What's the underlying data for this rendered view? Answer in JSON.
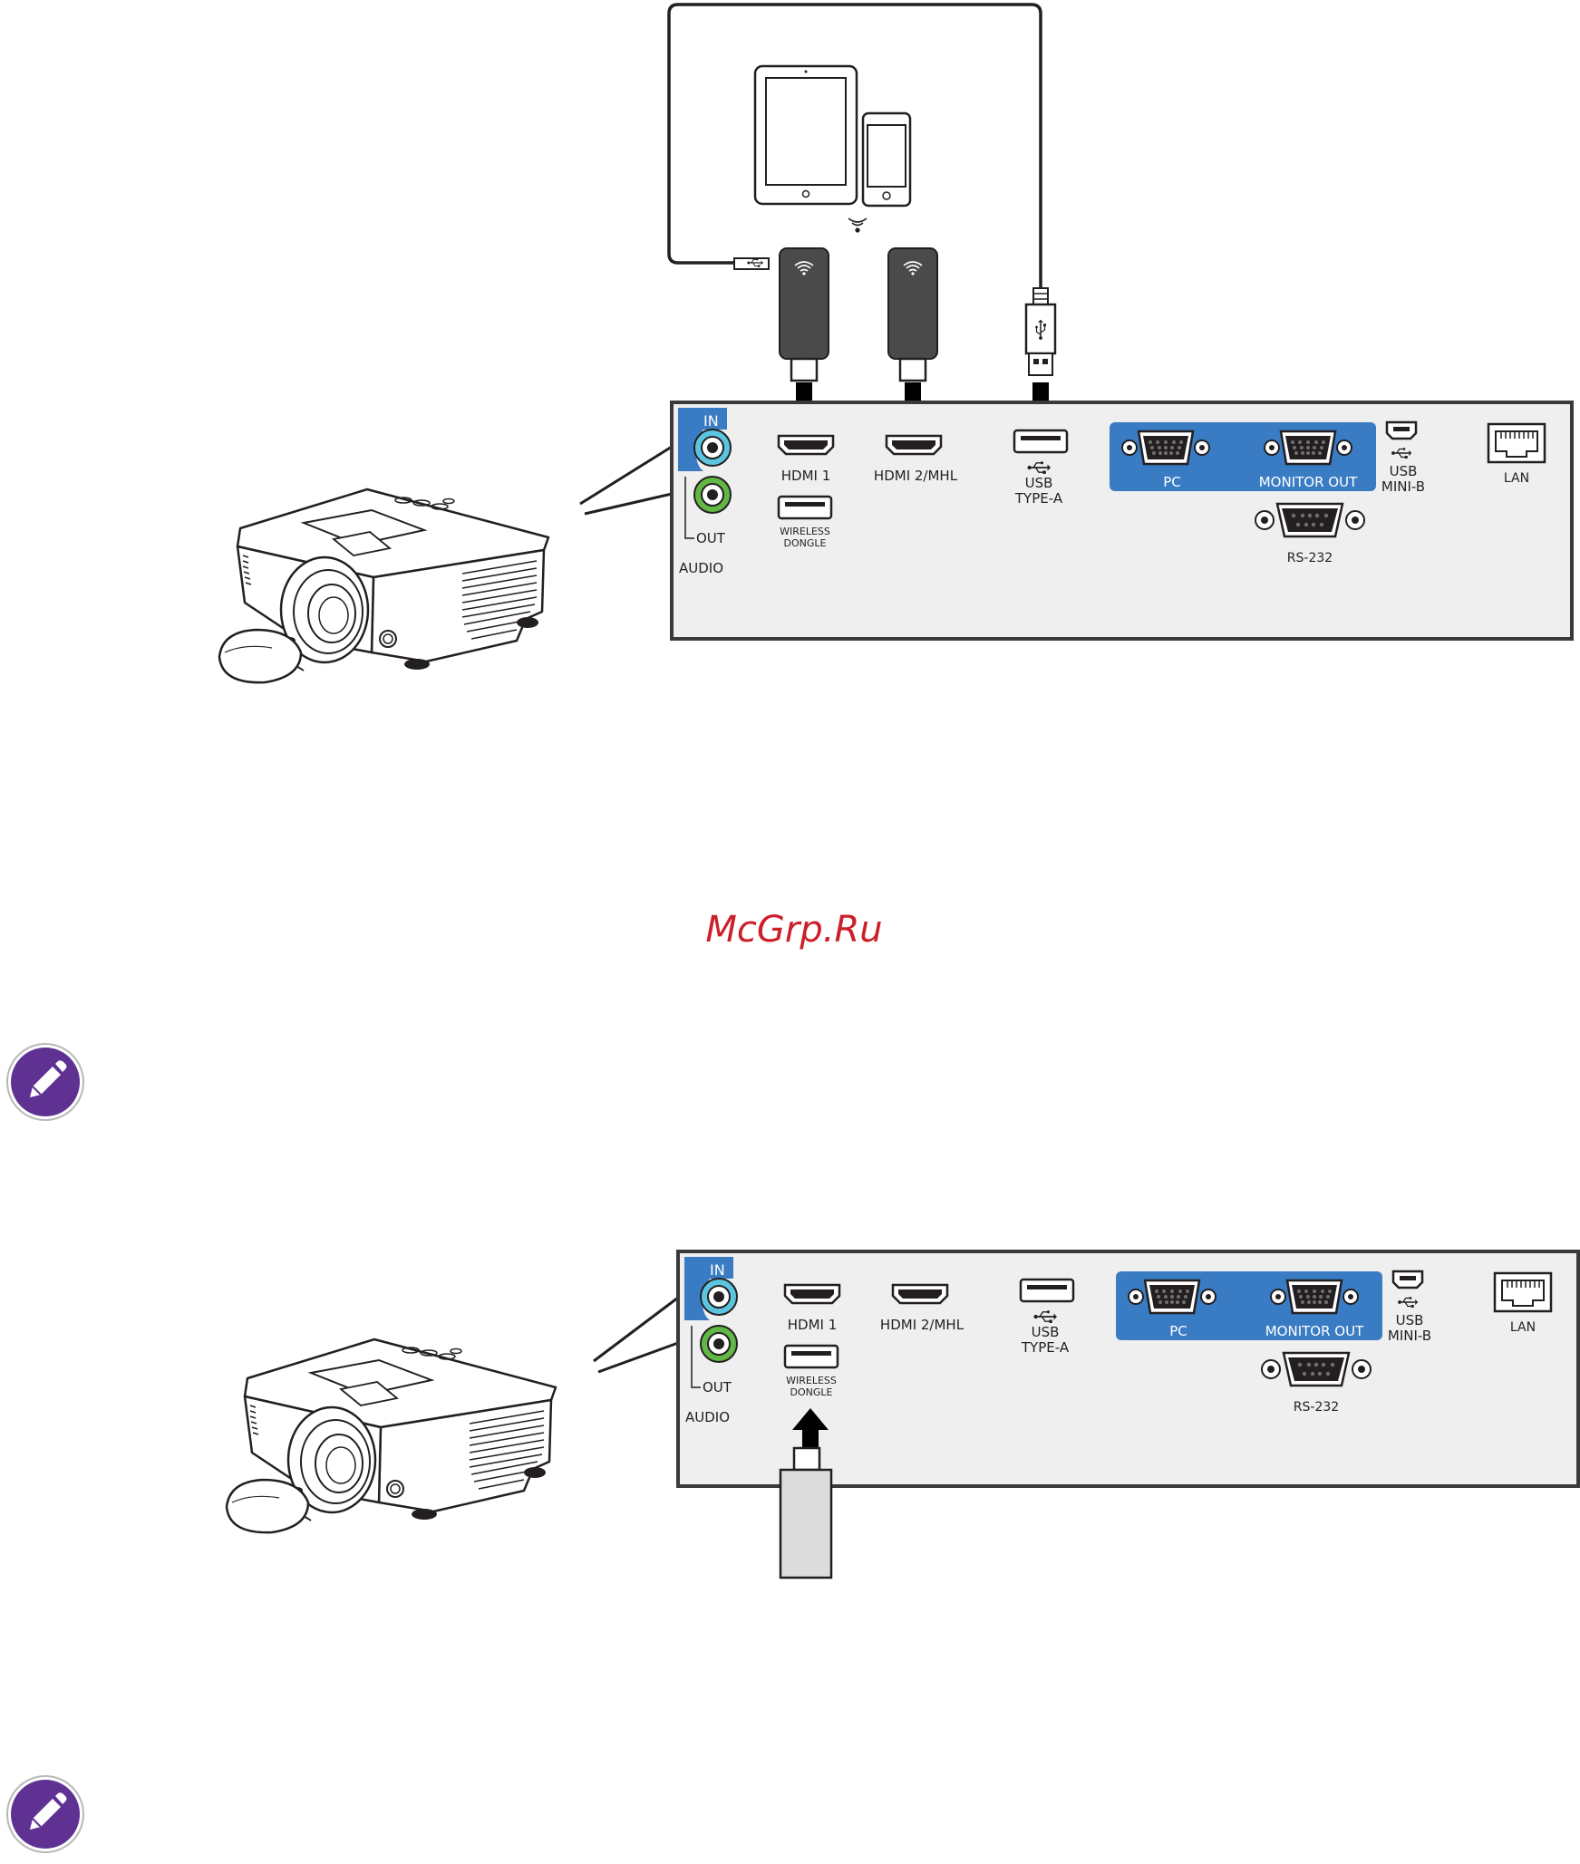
{
  "watermark": "McGrp.Ru",
  "colors": {
    "panel_border": "#3a3a3a",
    "panel_fill": "#efefef",
    "vga_group": "#3a7cc4",
    "audio_in": "#5bc5e0",
    "audio_out": "#62b846",
    "note_icon": "#5e3193",
    "watermark": "#cc1f2a",
    "dongle": "#4a4a4a"
  },
  "note_icon_name": "pencil-icon",
  "diagram1": {
    "ports": {
      "audio_in": "IN",
      "audio_out": "OUT",
      "audio": "AUDIO",
      "hdmi1": "HDMI 1",
      "hdmi2": "HDMI 2/MHL",
      "wireless_line1": "WIRELESS",
      "wireless_line2": "DONGLE",
      "usb_a_line1": "USB",
      "usb_a_line2": "TYPE-A",
      "pc": "PC",
      "monitor_out": "MONITOR OUT",
      "usb_mini_line1": "USB",
      "usb_mini_line2": "MINI-B",
      "lan": "LAN",
      "rs232": "RS-232"
    }
  },
  "diagram2": {
    "ports": {
      "audio_in": "IN",
      "audio_out": "OUT",
      "audio": "AUDIO",
      "hdmi1": "HDMI 1",
      "hdmi2": "HDMI 2/MHL",
      "wireless_line1": "WIRELESS",
      "wireless_line2": "DONGLE",
      "usb_a_line1": "USB",
      "usb_a_line2": "TYPE-A",
      "pc": "PC",
      "monitor_out": "MONITOR OUT",
      "usb_mini_line1": "USB",
      "usb_mini_line2": "MINI-B",
      "lan": "LAN",
      "rs232": "RS-232"
    }
  }
}
